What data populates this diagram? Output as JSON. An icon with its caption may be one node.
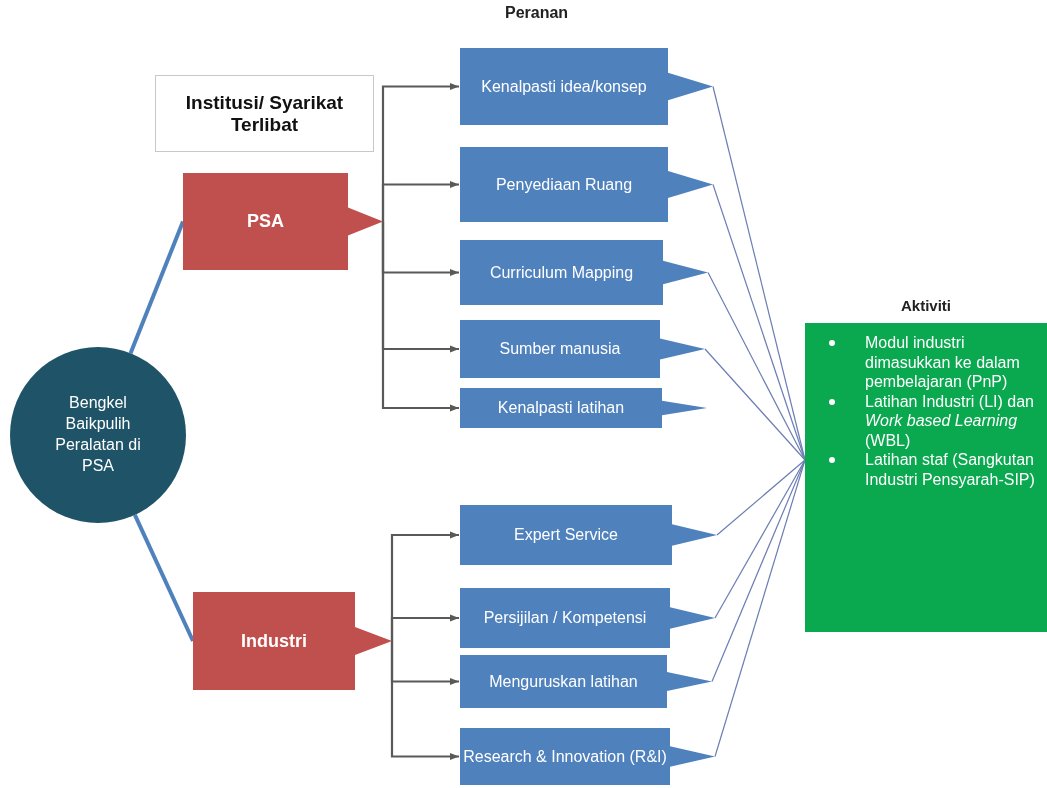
{
  "diagram": {
    "nodes": [
      {
        "text": [
          "Bengkel Baikpulih Peralatan di PSA"
        ]
      },
      {
        "text": [
          "Institusi/ Syarikat Terlibat"
        ]
      },
      {
        "text": [
          "PSA"
        ]
      },
      {
        "text": [
          "Industri"
        ]
      },
      {
        "text": [
          "Kenalpasti idea/konsep"
        ]
      },
      {
        "text": [
          "Penyediaan Ruang"
        ]
      },
      {
        "text": [
          "Curriculum Mapping"
        ]
      },
      {
        "text": [
          "Sumber manusia"
        ]
      },
      {
        "text": [
          "Kenalpasti latihan"
        ]
      },
      {
        "text": [
          "Expert Service"
        ]
      },
      {
        "text": [
          "Persijilan / Kompetensi"
        ]
      },
      {
        "text": [
          "Menguruskan latihan"
        ]
      },
      {
        "text": [
          "Research & Innovation (R&I)"
        ]
      },
      {
        "text": [
          "Aktiviti",
          "Modul industri dimasukkan ke dalam pembelajaran (PnP)",
          "Latihan Industri (LI) dan *Work based Learning* (WBL)",
          "Latihan staf (Sangkutan Industri Pensyarah-SIP)"
        ]
      }
    ],
    "edges": [
      {
        "from": 0,
        "to": 2,
        "arrow": "none",
        "style": "thick",
        "color": "#4f81bd"
      },
      {
        "from": 0,
        "to": 3,
        "arrow": "none",
        "style": "thick",
        "color": "#4f81bd"
      },
      {
        "from": 2,
        "to": 4,
        "arrow": "to"
      },
      {
        "from": 2,
        "to": 5,
        "arrow": "to"
      },
      {
        "from": 2,
        "to": 6,
        "arrow": "to"
      },
      {
        "from": 2,
        "to": 7,
        "arrow": "to"
      },
      {
        "from": 2,
        "to": 8,
        "arrow": "to"
      },
      {
        "from": 3,
        "to": 9,
        "arrow": "to"
      },
      {
        "from": 3,
        "to": 10,
        "arrow": "to"
      },
      {
        "from": 3,
        "to": 11,
        "arrow": "to"
      },
      {
        "from": 3,
        "to": 12,
        "arrow": "to"
      },
      {
        "from": 4,
        "to": 13,
        "arrow": "none",
        "color": "#6b7db3"
      },
      {
        "from": 5,
        "to": 13,
        "arrow": "none",
        "color": "#6b7db3"
      },
      {
        "from": 6,
        "to": 13,
        "arrow": "none",
        "color": "#6b7db3"
      },
      {
        "from": 7,
        "to": 13,
        "arrow": "none",
        "color": "#6b7db3"
      },
      {
        "from": 9,
        "to": 13,
        "arrow": "none",
        "color": "#6b7db3"
      },
      {
        "from": 10,
        "to": 13,
        "arrow": "none",
        "color": "#6b7db3"
      },
      {
        "from": 11,
        "to": 13,
        "arrow": "none",
        "color": "#6b7db3"
      },
      {
        "from": 12,
        "to": 13,
        "arrow": "none",
        "color": "#6b7db3"
      }
    ],
    "labels": [
      "Peranan"
    ]
  }
}
